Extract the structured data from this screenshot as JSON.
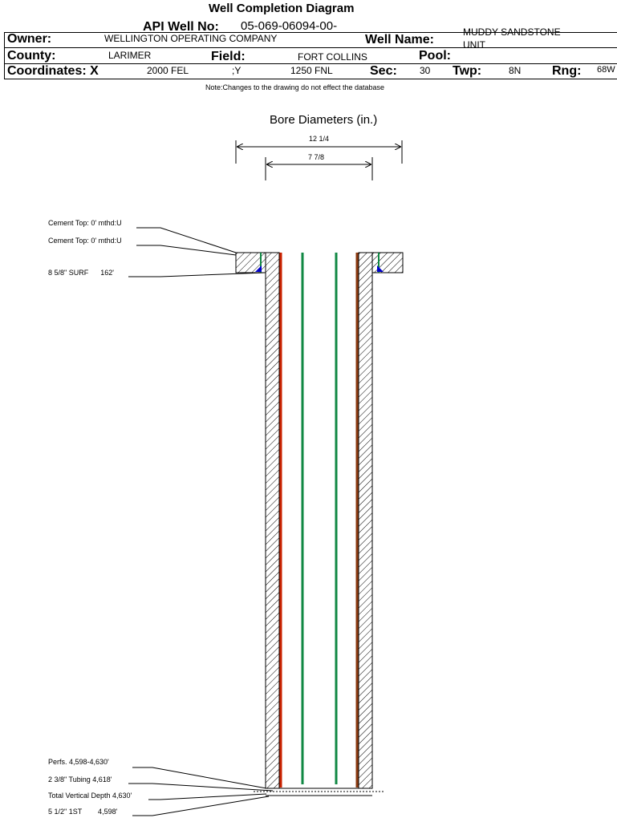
{
  "header": {
    "title": "Well Completion Diagram",
    "api_label": "API Well No:",
    "api_value": "05-069-06094-00-",
    "owner_label": "Owner:",
    "owner_value": "WELLINGTON OPERATING COMPANY",
    "well_name_label": "Well Name:",
    "well_name_value_1": "MUDDY SANDSTONE",
    "well_name_value_2": "UNIT",
    "county_label": "County:",
    "county_value": "LARIMER",
    "field_label": "Field:",
    "field_value": "FORT COLLINS",
    "pool_label": "Pool:",
    "pool_value": "",
    "coords_label": "Coordinates: X",
    "coords_x_value": "2000 FEL",
    "coords_y_sep": ";Y",
    "coords_y_value": "1250 FNL",
    "sec_label": "Sec:",
    "sec_value": "30",
    "twp_label": "Twp:",
    "twp_value": "8N",
    "rng_label": "Rng:",
    "rng_value": "68W",
    "note": "Note:Changes to the drawing do not effect the database"
  },
  "diagram": {
    "bore_title": "Bore Diameters (in.)",
    "bore_outer": "12 1/4",
    "bore_inner": "7 7/8",
    "callouts_top": [
      "Cement Top: 0' mthd:U",
      "Cement Top: 0' mthd:U",
      "8 5/8\" SURF      162'"
    ],
    "callouts_bottom": [
      "Perfs. 4,598-4,630'",
      "2 3/8\" Tubing 4,618'",
      "Total Vertical Depth 4,630'",
      "5 1/2\" 1ST        4,598'"
    ],
    "colors": {
      "casing": "#cc2200",
      "casing_right": "#8b3a10",
      "tubing": "#118844",
      "cement_blue": "#0000cc",
      "hatch": "#000000"
    }
  }
}
